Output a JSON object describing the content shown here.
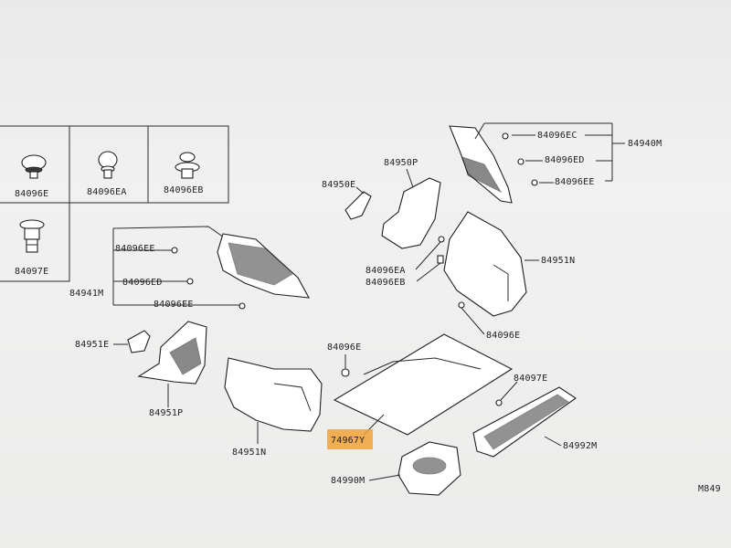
{
  "clips_box": {
    "items": [
      {
        "label": "84096E"
      },
      {
        "label": "84096EA"
      },
      {
        "label": "84096EB"
      },
      {
        "label": "84097E"
      }
    ]
  },
  "labels": {
    "p84096EC": "84096EC",
    "p84096ED_top": "84096ED",
    "p84096EE_top": "84096EE",
    "p84940M": "84940M",
    "p84950P": "84950P",
    "p84950E": "84950E",
    "p84096EA": "84096EA",
    "p84096EB": "84096EB",
    "p84951N": "84951N",
    "p84096E_right": "84096E",
    "p84096EE_left": "84096EE",
    "p84096ED_left": "84096ED",
    "p84941M": "84941M",
    "p84096EE_left2": "84096EE",
    "p84951E": "84951E",
    "p84951P": "84951P",
    "p84096E_mid": "84096E",
    "p84097E": "84097E",
    "p74967Y": "74967Y",
    "p84951N_bottom": "84951N",
    "p84992M": "84992M",
    "p84990M": "84990M",
    "p_corner": "M849"
  },
  "highlight_color": "#f2a23a"
}
